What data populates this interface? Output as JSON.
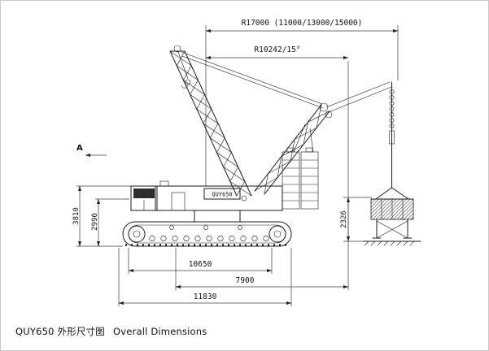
{
  "caption": {
    "title_cn": "QUY650 外形尺寸图",
    "title_en": "Overall Dimensions"
  },
  "drawing": {
    "machine_label": "QUY650",
    "section_marker": "A",
    "dims": {
      "radius_max": "R17000 (11000/13000/15000)",
      "radius_tail": "R10242/15°",
      "height_overall": "3810",
      "height_body": "2990",
      "height_ballast": "2326",
      "length_track_center": "10650",
      "length_rear": "7900",
      "length_overall": "11830"
    }
  }
}
